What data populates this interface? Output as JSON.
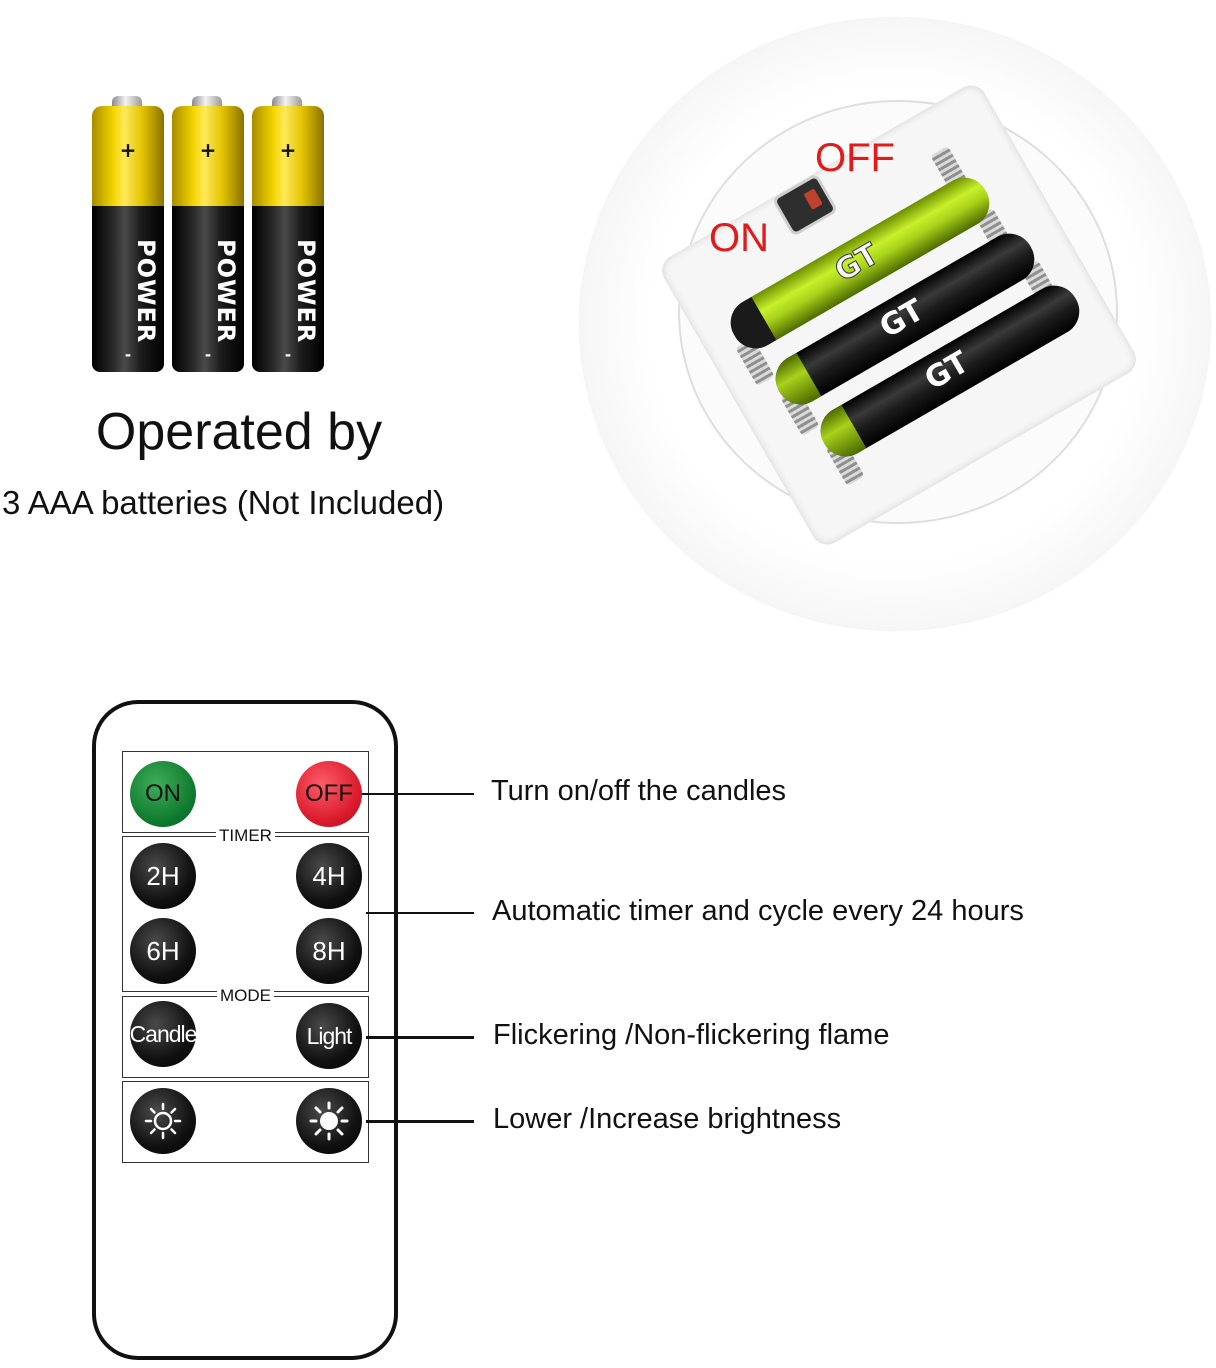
{
  "batteries": {
    "brand": "POWER",
    "plus": "+",
    "minus": "-"
  },
  "operated": {
    "title": "Operated by",
    "subtitle": "3 AAA batteries (Not Included)"
  },
  "base": {
    "switch_off_label": "OFF",
    "switch_on_label": "ON",
    "cell_logo": "GT"
  },
  "remote": {
    "on_label": "ON",
    "off_label": "OFF",
    "timer_title": "TIMER",
    "timer_buttons": [
      "2H",
      "4H",
      "6H",
      "8H"
    ],
    "mode_title": "MODE",
    "mode_buttons": [
      "Candle",
      "Light"
    ],
    "brightness_icons": [
      "sun-dim-icon",
      "sun-bright-icon"
    ],
    "colors": {
      "on": "#0e7a2e",
      "off": "#d91a2b",
      "label_red": "#e11b1b"
    }
  },
  "descriptions": {
    "onoff": "Turn on/off the candles",
    "timer": "Automatic timer and cycle every 24 hours",
    "mode": "Flickering /Non-flickering flame",
    "brightness": "Lower /Increase brightness"
  }
}
